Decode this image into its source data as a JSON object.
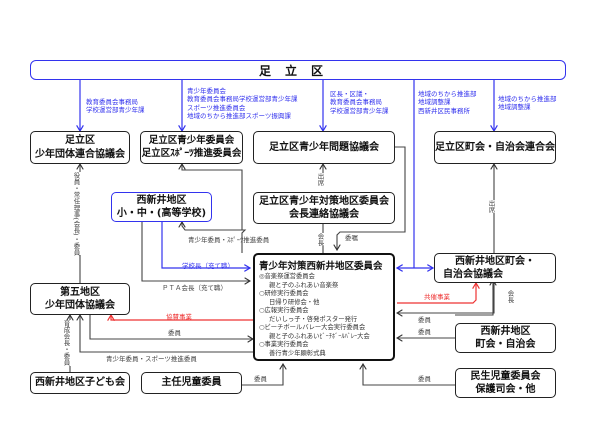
{
  "top": {
    "label": "足立区"
  },
  "boxes": {
    "renraku": [
      "足立区",
      "少年団体連合協議会"
    ],
    "seishonen_iinkai": [
      "足立区青少年委員会",
      "足立区ｽﾎﾟｰﾂ推進委員会"
    ],
    "mondai": [
      "足立区青少年問題協議会"
    ],
    "chokai_rengo": [
      "足立区町会・自治会連合会"
    ],
    "gakko": [
      "西新井地区",
      "小・中・(高等学校)"
    ],
    "kaicho": [
      "足立区青少年対策地区委員会",
      "会長連絡協議会"
    ],
    "daigo": [
      "第五地区",
      "少年団体協議会"
    ],
    "chiku_chokai": [
      "西新井地区町会・",
      "自治会協議会"
    ],
    "chokai": [
      "西新井地区",
      "町会・自治会"
    ],
    "kodomo": [
      "西新井地区子ども会"
    ],
    "jido": [
      "主任児童委員"
    ],
    "minsei": [
      "民生児童委員会",
      "保護司会・他"
    ]
  },
  "main": {
    "title": "青少年対策西新井地区委員会",
    "items": [
      {
        "head": "◎音楽祭運営委員会",
        "sub": "親と子のふれあい音楽祭"
      },
      {
        "head": "○研修実行委員会",
        "sub": "日帰り研修会・他"
      },
      {
        "head": "○広報実行委員会",
        "sub": "だいしっ子・啓発ポスター発行"
      },
      {
        "head": "○ビーチボールバレー大会実行委員会",
        "sub": "親と子のふれあいﾋﾞｰﾁﾎﾞｰﾙﾊﾞﾚｰ大会"
      },
      {
        "head": "○事業実行委員会",
        "sub": "善行青少年顕彰式典"
      }
    ]
  },
  "labels": {
    "l1": [
      "教育委員会事務局",
      "学校運営部青少年課"
    ],
    "l2": [
      "青少年委員会",
      "教育委員会事務局学校運営部青少年課",
      "スポーツ推進委員会",
      "地域のちから推進部スポーツ振興課"
    ],
    "l3": [
      "区長・区議・",
      "教育委員会事務局",
      "学校運営部青少年課"
    ],
    "l4": [
      "地域のちから推進部",
      "地域調整課",
      "西新井区民事務所"
    ],
    "l5": [
      "地域のちから推進部",
      "地域調整課"
    ],
    "seishonen_sports_1": "青少年委員・ｽﾎﾟｰﾂ推進委員",
    "gakkocho": "学校長（充て職）",
    "pta": "ＰＴＡ会長（充て職）",
    "kyosan": "協賛事業",
    "iin_1": "委員",
    "seishonen_sports_2": "青少年委員・スポーツ推進委員",
    "iin_jido": "委員",
    "kyosai": "共催事業",
    "iin_2": "委員",
    "iin_3": "委員",
    "iin_4": "委員",
    "iinsho": "委嘱",
    "v_yakuin": "役員・常任理事(会長)・委員",
    "v_ikusei": "育成会長・委員",
    "v_kaicho": "会長",
    "v_shusseki1": "出席",
    "v_shusseki2": "出席",
    "v_kaicho2": "会長"
  }
}
